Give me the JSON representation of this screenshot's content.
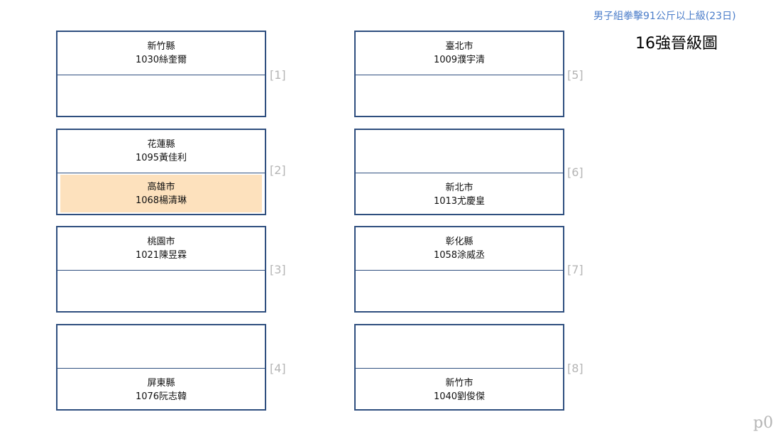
{
  "header": {
    "event": "男子組拳擊91公斤以上級(23日)",
    "bracket": "16強晉級圖"
  },
  "page_mark": "p0",
  "matches": [
    {
      "num": "[1]",
      "top": {
        "team": "新竹縣",
        "player": "1030絲奎爾"
      },
      "bottom": {
        "team": "",
        "player": ""
      }
    },
    {
      "num": "[2]",
      "top": {
        "team": "花蓮縣",
        "player": "1095黃佳利"
      },
      "bottom": {
        "team": "高雄市",
        "player": "1068楊清琳"
      }
    },
    {
      "num": "[3]",
      "top": {
        "team": "桃園市",
        "player": "1021陳昱霖"
      },
      "bottom": {
        "team": "",
        "player": ""
      }
    },
    {
      "num": "[4]",
      "top": {
        "team": "",
        "player": ""
      },
      "bottom": {
        "team": "屏東縣",
        "player": "1076阮志韓"
      }
    },
    {
      "num": "[5]",
      "top": {
        "team": "臺北市",
        "player": "1009濮宇清"
      },
      "bottom": {
        "team": "",
        "player": ""
      }
    },
    {
      "num": "[6]",
      "top": {
        "team": "",
        "player": ""
      },
      "bottom": {
        "team": "新北市",
        "player": "1013尤慶皇"
      }
    },
    {
      "num": "[7]",
      "top": {
        "team": "彰化縣",
        "player": "1058涂威丞"
      },
      "bottom": {
        "team": "",
        "player": ""
      }
    },
    {
      "num": "[8]",
      "top": {
        "team": "",
        "player": ""
      },
      "bottom": {
        "team": "新竹市",
        "player": "1040劉俊傑"
      }
    }
  ],
  "colors": {
    "border": "#2f4f7f",
    "winner_highlight": "#fde1bd",
    "event_title": "#4a7cc9",
    "match_number": "#b5b5b5"
  }
}
